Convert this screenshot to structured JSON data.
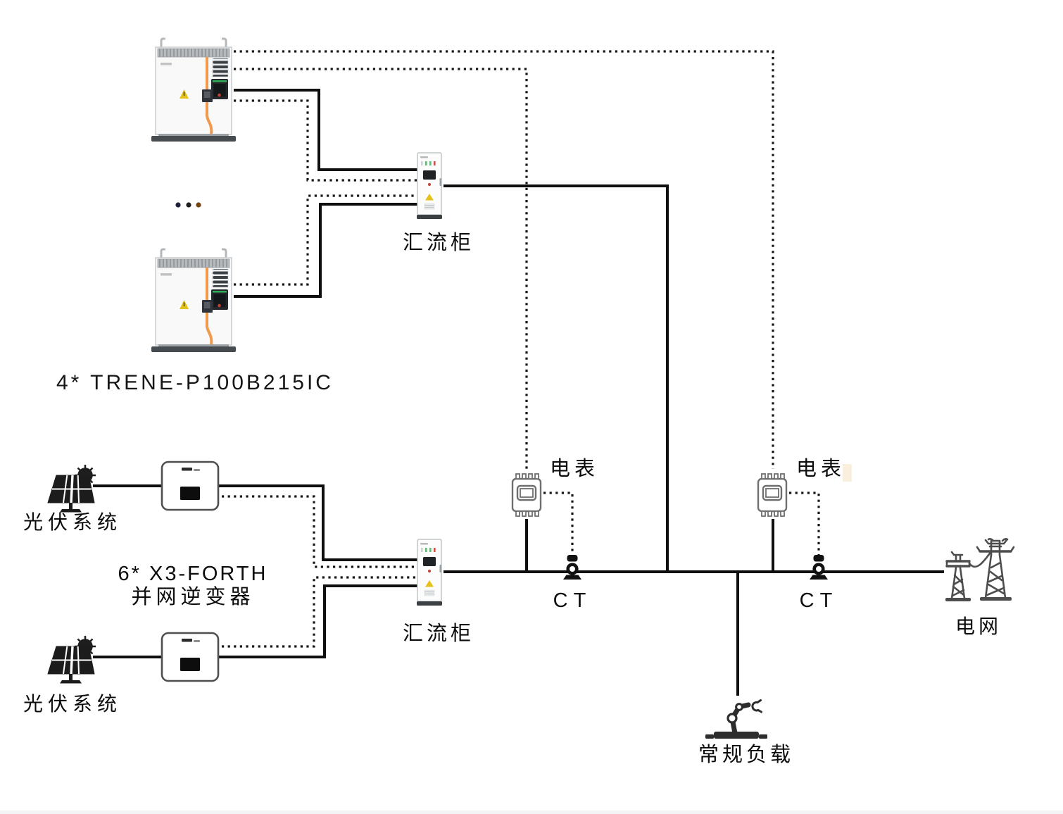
{
  "diagram": {
    "labels": {
      "battery_model": "4* TRENE-P100B215IC",
      "combiner_top": "汇流柜",
      "combiner_bottom": "汇流柜",
      "pv_top": "光伏系统",
      "pv_bottom": "光伏系统",
      "inverter_line1": "6* X3-FORTH",
      "inverter_line2": "并网逆变器",
      "meter_left": "电表",
      "meter_right": "电表",
      "ct_left": "CT",
      "ct_right": "CT",
      "grid": "电网",
      "load": "常规负载"
    },
    "colors": {
      "wire": "#0f0f0f",
      "cabinet_accent_orange": "#f09a4d",
      "warning_yellow": "#e5c219",
      "indicator_green": "#66b878",
      "indicator_red": "#d05045",
      "display_green": "#2fae57",
      "meter_outline": "#6f6f6f",
      "tower_gray": "#4d4d4d"
    }
  }
}
